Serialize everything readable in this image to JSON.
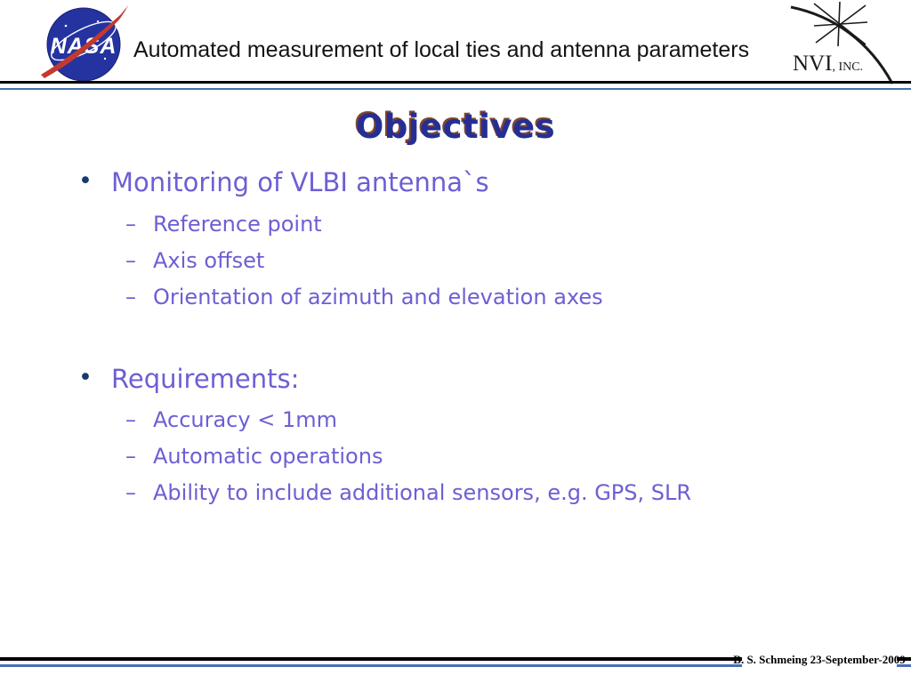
{
  "header": {
    "title": "Automated measurement of local ties and antenna parameters"
  },
  "logos": {
    "nasa_text": "NASA",
    "nvi_name": "NVI",
    "nvi_suffix": ", INC."
  },
  "slide": {
    "title": "Objectives",
    "bullets": [
      {
        "label": "Monitoring of VLBI antenna`s",
        "sub": [
          "Reference point",
          "Axis offset",
          "Orientation of azimuth and elevation axes"
        ]
      },
      {
        "label": "Requirements:",
        "sub": [
          "Accuracy < 1mm",
          "Automatic operations",
          "Ability to include additional sensors, e.g. GPS, SLR"
        ]
      }
    ]
  },
  "glyphs": {
    "bullet": "•",
    "dash": "–"
  },
  "footer": {
    "credit": "B. S. Schmeing 23-September-2009"
  },
  "colors": {
    "body_text": "#6c5fd4",
    "bullet_dot": "#183a6d",
    "title_blue": "#252f93",
    "title_shadow_brown": "#7d4632",
    "rule_blue": "#4a6db4",
    "rule_black": "#000000",
    "nasa_blue": "#2433a0",
    "nasa_red": "#c4392f"
  }
}
